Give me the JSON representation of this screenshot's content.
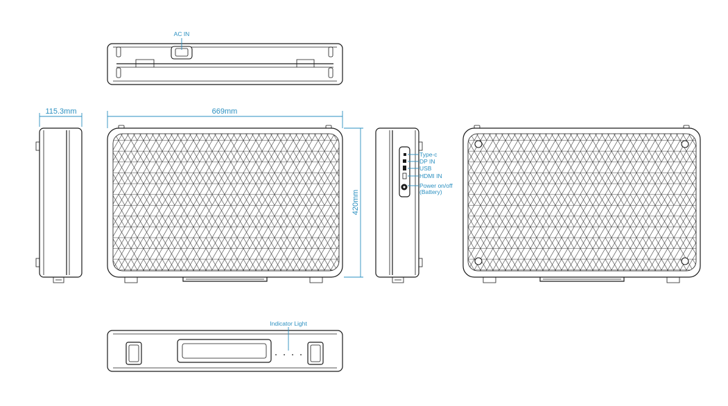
{
  "labels": {
    "ac_in": "AC IN",
    "width": "669mm",
    "depth": "115.3mm",
    "height": "420mm",
    "indicator": "Indicator Light",
    "ports": {
      "typec": "Type-c",
      "dp": "DP IN",
      "usb": "USB",
      "hdmi": "HDMI IN",
      "power_line1": "Power on/off",
      "power_line2": "(Battery)"
    }
  },
  "colors": {
    "dimension": "#2a8fc0",
    "outline": "#1a1a1a",
    "background": "#ffffff"
  }
}
